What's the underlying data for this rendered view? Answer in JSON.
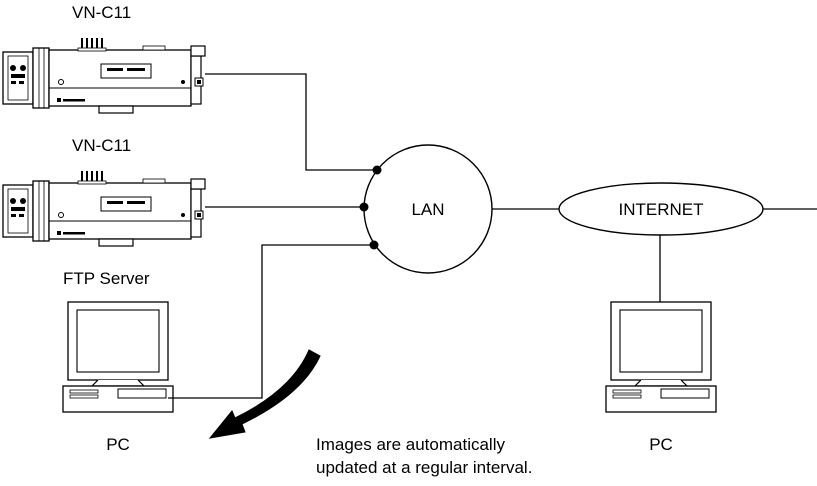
{
  "diagram": {
    "camera_top": {
      "label": "VN-C11"
    },
    "camera_middle": {
      "label": "VN-C11"
    },
    "lan": {
      "label": "LAN"
    },
    "internet": {
      "label": "INTERNET"
    },
    "ftp_server_pc": {
      "title": "FTP Server",
      "label": "PC"
    },
    "remote_pc": {
      "label": "PC"
    },
    "note": {
      "line1": "Images are automatically",
      "line2": "updated at a regular interval."
    },
    "icons": {
      "camera": "network-camera-icon",
      "pc": "desktop-computer-icon",
      "arrow": "curved-arrow-icon"
    }
  }
}
